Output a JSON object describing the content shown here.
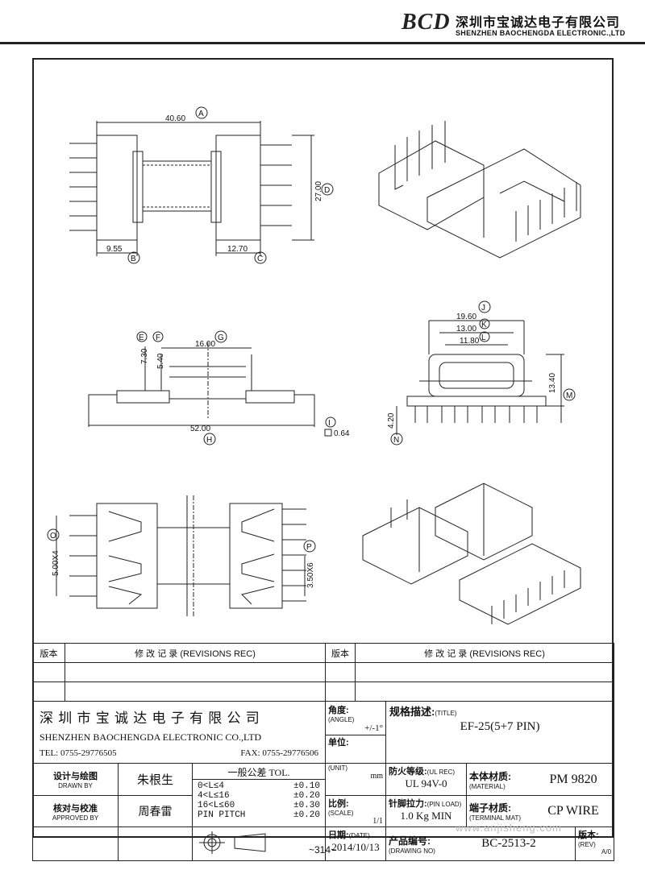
{
  "header": {
    "logo_text": "BCD",
    "company_cn": "深圳市宝诚达电子有限公司",
    "company_en": "SHENZHEN BAOCHENGDA ELECTRONIC.,LTD"
  },
  "drawing": {
    "top_view": {
      "A": "A",
      "A_val": "40.60",
      "B": "B",
      "B_val": "9.55",
      "C": "C",
      "C_val": "12.70",
      "D": "D",
      "D_val": "27.00"
    },
    "side_view": {
      "E": "E",
      "E_val": "7.30",
      "F": "F",
      "F_val": "5.40",
      "G": "G",
      "G_val": "16.00",
      "H": "H",
      "H_val": "52.00",
      "I": "I",
      "I_val": "0.64"
    },
    "end_view": {
      "J": "J",
      "J_val": "19.60",
      "K": "K",
      "K_val": "13.00",
      "L": "L",
      "L_val": "11.80",
      "M": "M",
      "M_val": "13.40",
      "N": "N",
      "N_val": "4.20"
    },
    "bottom_view": {
      "O": "O",
      "O_val": "5.00X4",
      "P": "P",
      "P_val": "3.50X6"
    }
  },
  "revisions": {
    "col_ver": "版本",
    "col_rec": "修 改 记 录 (REVISIONS REC)"
  },
  "titleblock": {
    "company_cn": "深 圳 市 宝 诚 达 电 子 有 限 公 司",
    "company_en": "SHENZHEN BAOCHENGDA ELECTRONIC CO.,LTD",
    "tel": "TEL: 0755-29776505",
    "fax": "FAX: 0755-29776506",
    "angle_cn": "角度:",
    "angle_en": "(ANGLE)",
    "angle_val": "+/-1°",
    "title_cn": "规格描述:",
    "title_en": "(TITLE)",
    "title_val": "EF-25(5+7 PIN)",
    "unit_cn": "单位:",
    "unit_en": "(UNIT)",
    "unit_val": "mm",
    "ul_cn": "防火等级:",
    "ul_en": "(UL REC)",
    "ul_val": "UL 94V-0",
    "material_cn": "本体材质:",
    "material_en": "(MATERIAL)",
    "material_val": "PM 9820",
    "drawn_cn": "设计与绘图",
    "drawn_en": "DRAWN BY",
    "drawn_val": "朱根生",
    "tol_title": "一般公差 TOL.",
    "tol_rows": [
      {
        "range": "0<L≤4",
        "val": "±0.10"
      },
      {
        "range": "4<L≤16",
        "val": "±0.20"
      },
      {
        "range": "16<L≤60",
        "val": "±0.30"
      },
      {
        "range": "PIN PITCH",
        "val": "±0.20"
      }
    ],
    "scale_cn": "比例:",
    "scale_en": "(SCALE)",
    "scale_val": "1/1",
    "pinload_cn": "针脚拉力:",
    "pinload_en": "(PIN LOAD)",
    "pinload_val": "1.0 Kg MIN",
    "terminal_cn": "端子材质:",
    "terminal_en": "(TERMINAL MAT)",
    "terminal_val": "CP WIRE",
    "approved_cn": "核对与校准",
    "approved_en": "APPROVED BY",
    "approved_val": "周春雷",
    "date_cn": "日期:",
    "date_en": "(DATE)",
    "date_val": "2014/10/13",
    "drawingno_cn": "产品编号:",
    "drawingno_en": "(DRAWING NO)",
    "drawingno_val": "BC-2513-2",
    "rev_cn": "版本:",
    "rev_en": "(REV)",
    "rev_val": "A/0"
  },
  "footer": {
    "page": "~314~"
  },
  "watermark": "www.anjisheng.com"
}
